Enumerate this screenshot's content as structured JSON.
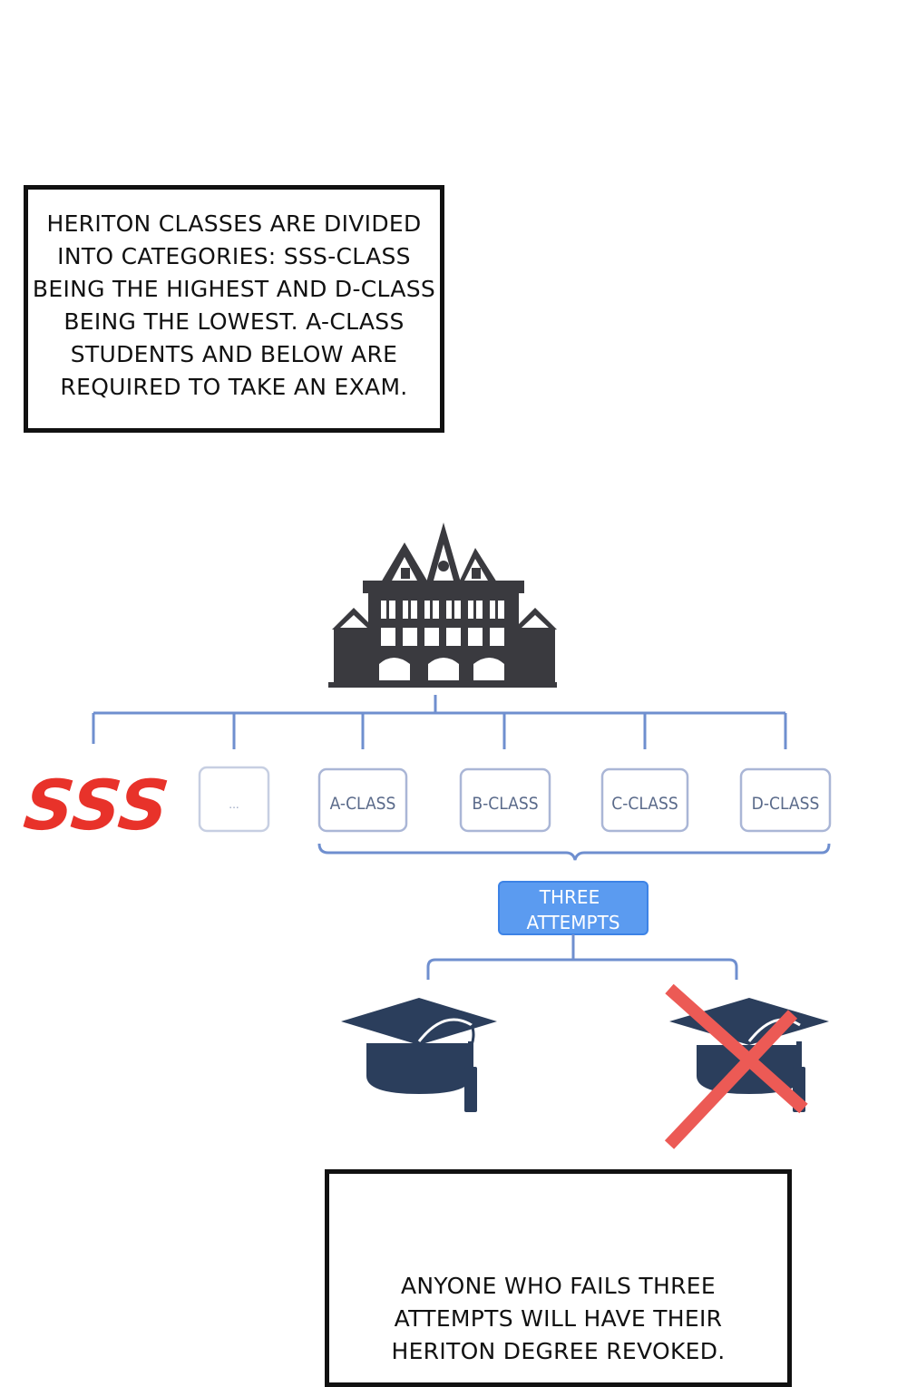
{
  "captions": {
    "top": [
      "HERITON CLASSES ARE DIVIDED",
      "INTO CATEGORIES: SSS-CLASS",
      "BEING THE HIGHEST AND D-CLASS",
      "BEING THE LOWEST. A-CLASS",
      "STUDENTS AND BELOW ARE",
      "REQUIRED TO TAKE AN EXAM."
    ],
    "bottom": [
      "ANYONE WHO FAILS THREE",
      "ATTEMPTS WILL HAVE THEIR",
      "HERITON DEGREE REVOKED."
    ]
  },
  "diagram": {
    "top_tier": "SSS",
    "placeholder": "...",
    "classes": [
      "A-CLASS",
      "B-CLASS",
      "C-CLASS",
      "D-CLASS"
    ],
    "attempts_box": [
      "THREE",
      "ATTEMPTS"
    ],
    "outcomes": [
      "graduation-cap-icon",
      "revoked-cap-icon"
    ]
  },
  "colors": {
    "line_blue": "#6f8fcf",
    "box_border": "#aab6d6",
    "class_text": "#5a6a8a",
    "sss_red": "#e8322a",
    "attempts_fill": "#5b9bf0",
    "cap_navy": "#2b3e5c",
    "cross_red": "#ec5a55",
    "building": "#3a3a3f"
  }
}
